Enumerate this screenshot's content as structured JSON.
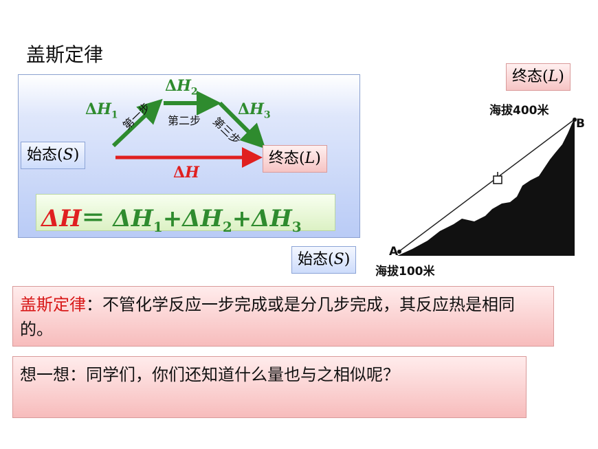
{
  "title": "盖斯定律",
  "diagram": {
    "initial_state": {
      "label": "始态",
      "symbol": "S"
    },
    "final_state": {
      "label": "终态",
      "symbol": "L"
    },
    "delta": "Δ",
    "enthalpy_symbol": "H",
    "step_deltas": [
      {
        "subscript": "1"
      },
      {
        "subscript": "2"
      },
      {
        "subscript": "3"
      }
    ],
    "steps": [
      "第一步",
      "第二步",
      "第三步"
    ],
    "formula": {
      "lhs": "ΔH",
      "equals": "＝",
      "term1_base": "ΔH",
      "term1_sub": "1",
      "plus1": "+",
      "term2_base": "ΔH",
      "term2_sub": "2",
      "plus2": "+",
      "term3_base": "ΔH",
      "term3_sub": "3"
    }
  },
  "mountain": {
    "final_state": {
      "label": "终态",
      "symbol": "L"
    },
    "initial_state": {
      "label": "始态",
      "symbol": "S"
    },
    "top_altitude": "海拔400米",
    "bottom_altitude": "海拔100米",
    "point_a": "A",
    "point_b": "B"
  },
  "box1": {
    "highlight": "盖斯定律",
    "text": "：不管化学反应一步完成或是分几步完成，其反应热是相同的。"
  },
  "box2": {
    "text": "想一想：同学们，你们还知道什么量也与之相似呢？"
  },
  "colors": {
    "green": "#2e8b2e",
    "red": "#e02020",
    "panel_blue": "#b9cbf6",
    "box_pink": "#f7bcbc"
  }
}
